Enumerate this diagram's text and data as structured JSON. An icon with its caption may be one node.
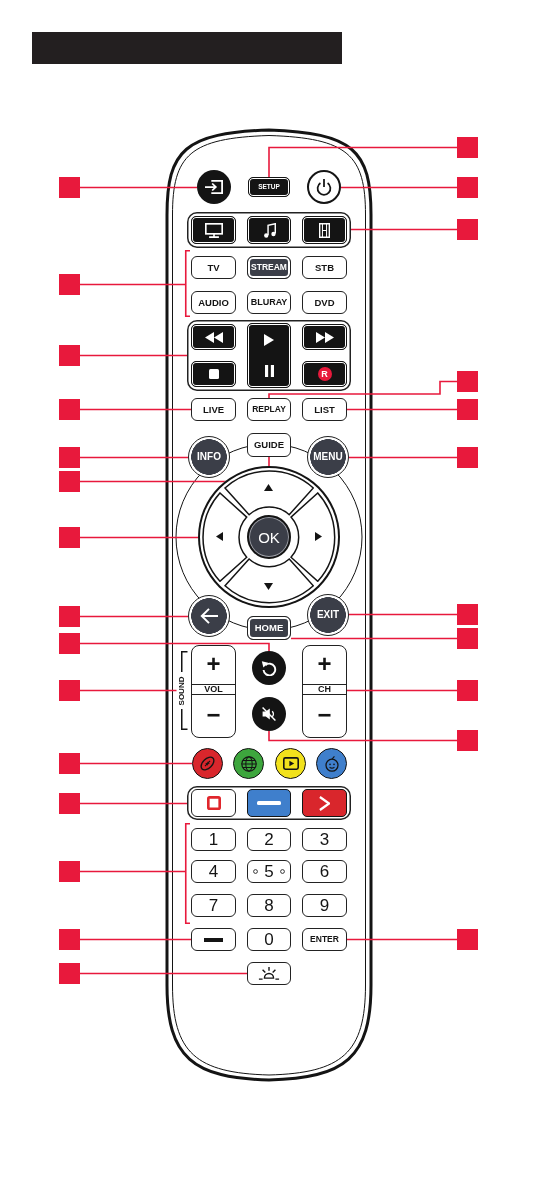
{
  "diagram": {
    "nodes": [
      {
        "text": [],
        "shape": "bar"
      },
      {
        "text": [],
        "shape": "box"
      },
      {
        "text": [],
        "shape": "box"
      },
      {
        "text": [],
        "shape": "circle"
      },
      {
        "text": [
          "SETUP"
        ]
      },
      {
        "text": [],
        "shape": "circle"
      },
      {
        "text": [],
        "shape": "box"
      },
      {
        "text": [],
        "shape": "box"
      },
      {
        "text": [],
        "shape": "box",
        "in": 7
      },
      {
        "text": [],
        "shape": "box",
        "in": 7
      },
      {
        "text": [],
        "shape": "box",
        "in": 7
      },
      {
        "text": [],
        "shape": "box"
      },
      {
        "text": [
          "TV"
        ]
      },
      {
        "text": [
          "STREAM"
        ]
      },
      {
        "text": [
          "STB"
        ]
      },
      {
        "text": [],
        "shape": "box"
      },
      {
        "text": [],
        "shape": "bracket"
      },
      {
        "text": [
          "AUDIO"
        ]
      },
      {
        "text": [
          "BLURAY"
        ]
      },
      {
        "text": [
          "DVD"
        ]
      },
      {
        "text": [],
        "shape": "box"
      },
      {
        "text": [],
        "shape": "box"
      },
      {
        "text": [],
        "shape": "box",
        "in": 21
      },
      {
        "text": [],
        "shape": "box",
        "in": 21
      },
      {
        "text": [],
        "shape": "box",
        "in": 21
      },
      {
        "text": [],
        "shape": "box",
        "in": 21
      },
      {
        "text": [
          "R"
        ],
        "in": 21
      },
      {
        "text": [],
        "shape": "box"
      },
      {
        "text": [],
        "shape": "box"
      },
      {
        "text": [
          "LIVE"
        ]
      },
      {
        "text": [
          "REPLAY"
        ]
      },
      {
        "text": [
          "LIST"
        ]
      },
      {
        "text": [],
        "shape": "box"
      },
      {
        "text": [],
        "shape": "box"
      },
      {
        "text": [
          "INFO"
        ]
      },
      {
        "text": [
          "GUIDE"
        ]
      },
      {
        "text": [
          "MENU"
        ]
      },
      {
        "text": [],
        "shape": "box"
      },
      {
        "text": [],
        "shape": "box"
      },
      {
        "text": [],
        "shape": "circle"
      },
      {
        "text": [],
        "shape": "box",
        "in": 39
      },
      {
        "text": [],
        "shape": "box"
      },
      {
        "text": [],
        "shape": "box",
        "in": 39
      },
      {
        "text": [
          "OK"
        ],
        "in": 39
      },
      {
        "text": [],
        "shape": "box",
        "in": 39
      },
      {
        "text": [],
        "shape": "box",
        "in": 39
      },
      {
        "text": [],
        "shape": "box"
      },
      {
        "text": [],
        "shape": "circle"
      },
      {
        "text": [
          "HOME"
        ]
      },
      {
        "text": [
          "EXIT"
        ]
      },
      {
        "text": [],
        "shape": "box"
      },
      {
        "text": [],
        "shape": "box"
      },
      {
        "text": [],
        "shape": "box"
      },
      {
        "text": [],
        "shape": "box"
      },
      {
        "text": [
          "SOUND"
        ]
      },
      {
        "text": [
          "+",
          "VOL",
          "−"
        ]
      },
      {
        "text": [],
        "shape": "circle"
      },
      {
        "text": [
          "+",
          "CH",
          "−"
        ]
      },
      {
        "text": [],
        "shape": "box"
      },
      {
        "text": [],
        "shape": "circle"
      },
      {
        "text": [],
        "shape": "box"
      },
      {
        "text": [],
        "shape": "box"
      },
      {
        "text": [],
        "shape": "circle"
      },
      {
        "text": [],
        "shape": "circle"
      },
      {
        "text": [],
        "shape": "circle"
      },
      {
        "text": [],
        "shape": "circle"
      },
      {
        "text": [],
        "shape": "box"
      },
      {
        "text": [],
        "shape": "box"
      },
      {
        "text": [],
        "shape": "box",
        "in": 67
      },
      {
        "text": [],
        "shape": "box",
        "in": 67
      },
      {
        "text": [],
        "shape": "box",
        "in": 67
      },
      {
        "text": [
          "1"
        ]
      },
      {
        "text": [
          "2"
        ]
      },
      {
        "text": [
          "3"
        ]
      },
      {
        "text": [],
        "shape": "box"
      },
      {
        "text": [],
        "shape": "bracket"
      },
      {
        "text": [
          "4"
        ]
      },
      {
        "text": [
          "5"
        ]
      },
      {
        "text": [
          "6"
        ]
      },
      {
        "text": [
          "7"
        ]
      },
      {
        "text": [
          "8"
        ]
      },
      {
        "text": [
          "9"
        ]
      },
      {
        "text": [],
        "shape": "box"
      },
      {
        "text": [],
        "shape": "box"
      },
      {
        "text": [
          "0"
        ]
      },
      {
        "text": [
          "ENTER"
        ]
      },
      {
        "text": [],
        "shape": "box"
      },
      {
        "text": [],
        "shape": "box"
      },
      {
        "text": [],
        "shape": "box"
      }
    ],
    "edges": [
      {
        "from": 1,
        "to": 4,
        "arrow": "none"
      },
      {
        "from": 2,
        "to": 3,
        "arrow": "none"
      },
      {
        "from": 6,
        "to": 5,
        "arrow": "none"
      },
      {
        "from": 11,
        "to": 7,
        "arrow": "none"
      },
      {
        "from": 15,
        "to": 16,
        "arrow": "none"
      },
      {
        "from": 20,
        "to": 21,
        "arrow": "none"
      },
      {
        "from": 27,
        "to": 30,
        "arrow": "none"
      },
      {
        "from": 28,
        "to": 29,
        "arrow": "none"
      },
      {
        "from": 32,
        "to": 31,
        "arrow": "none"
      },
      {
        "from": 33,
        "to": 34,
        "arrow": "none"
      },
      {
        "from": 37,
        "to": 36,
        "arrow": "none"
      },
      {
        "from": 38,
        "to": 35,
        "arrow": "none"
      },
      {
        "from": 41,
        "to": 39,
        "arrow": "none"
      },
      {
        "from": 46,
        "to": 47,
        "arrow": "none"
      },
      {
        "from": 50,
        "to": 49,
        "arrow": "none"
      },
      {
        "from": 51,
        "to": 48,
        "arrow": "none"
      },
      {
        "from": 52,
        "to": 56,
        "arrow": "none"
      },
      {
        "from": 53,
        "to": 54,
        "arrow": "none"
      },
      {
        "from": 58,
        "to": 57,
        "arrow": "none"
      },
      {
        "from": 60,
        "to": 59,
        "arrow": "none"
      },
      {
        "from": 61,
        "to": 62,
        "arrow": "none"
      },
      {
        "from": 66,
        "to": 67,
        "arrow": "none"
      },
      {
        "from": 74,
        "to": 75,
        "arrow": "none"
      },
      {
        "from": 82,
        "to": 83,
        "arrow": "none"
      },
      {
        "from": 86,
        "to": 85,
        "arrow": "none"
      },
      {
        "from": 87,
        "to": 88,
        "arrow": "none"
      }
    ]
  }
}
